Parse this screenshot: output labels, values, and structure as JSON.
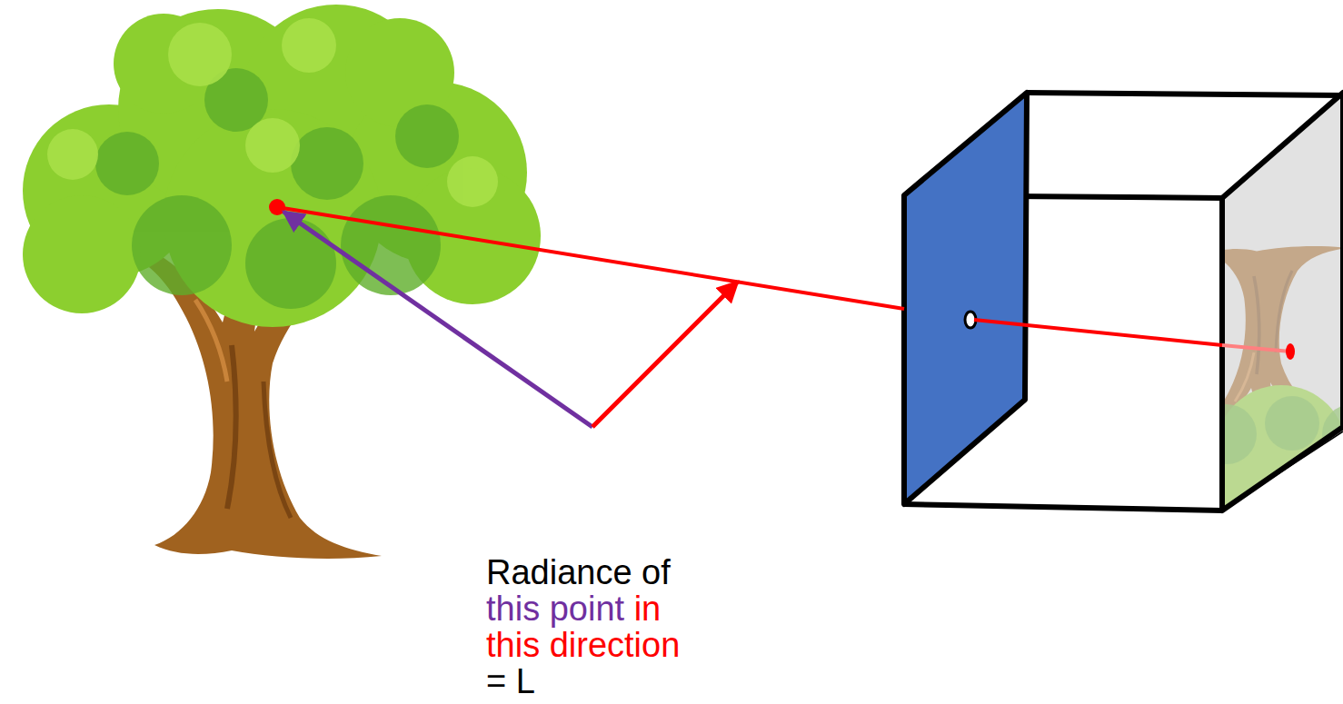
{
  "diagram": {
    "labels": [
      "Radiance of",
      "this point",
      "in this direction",
      "= L"
    ]
  }
}
